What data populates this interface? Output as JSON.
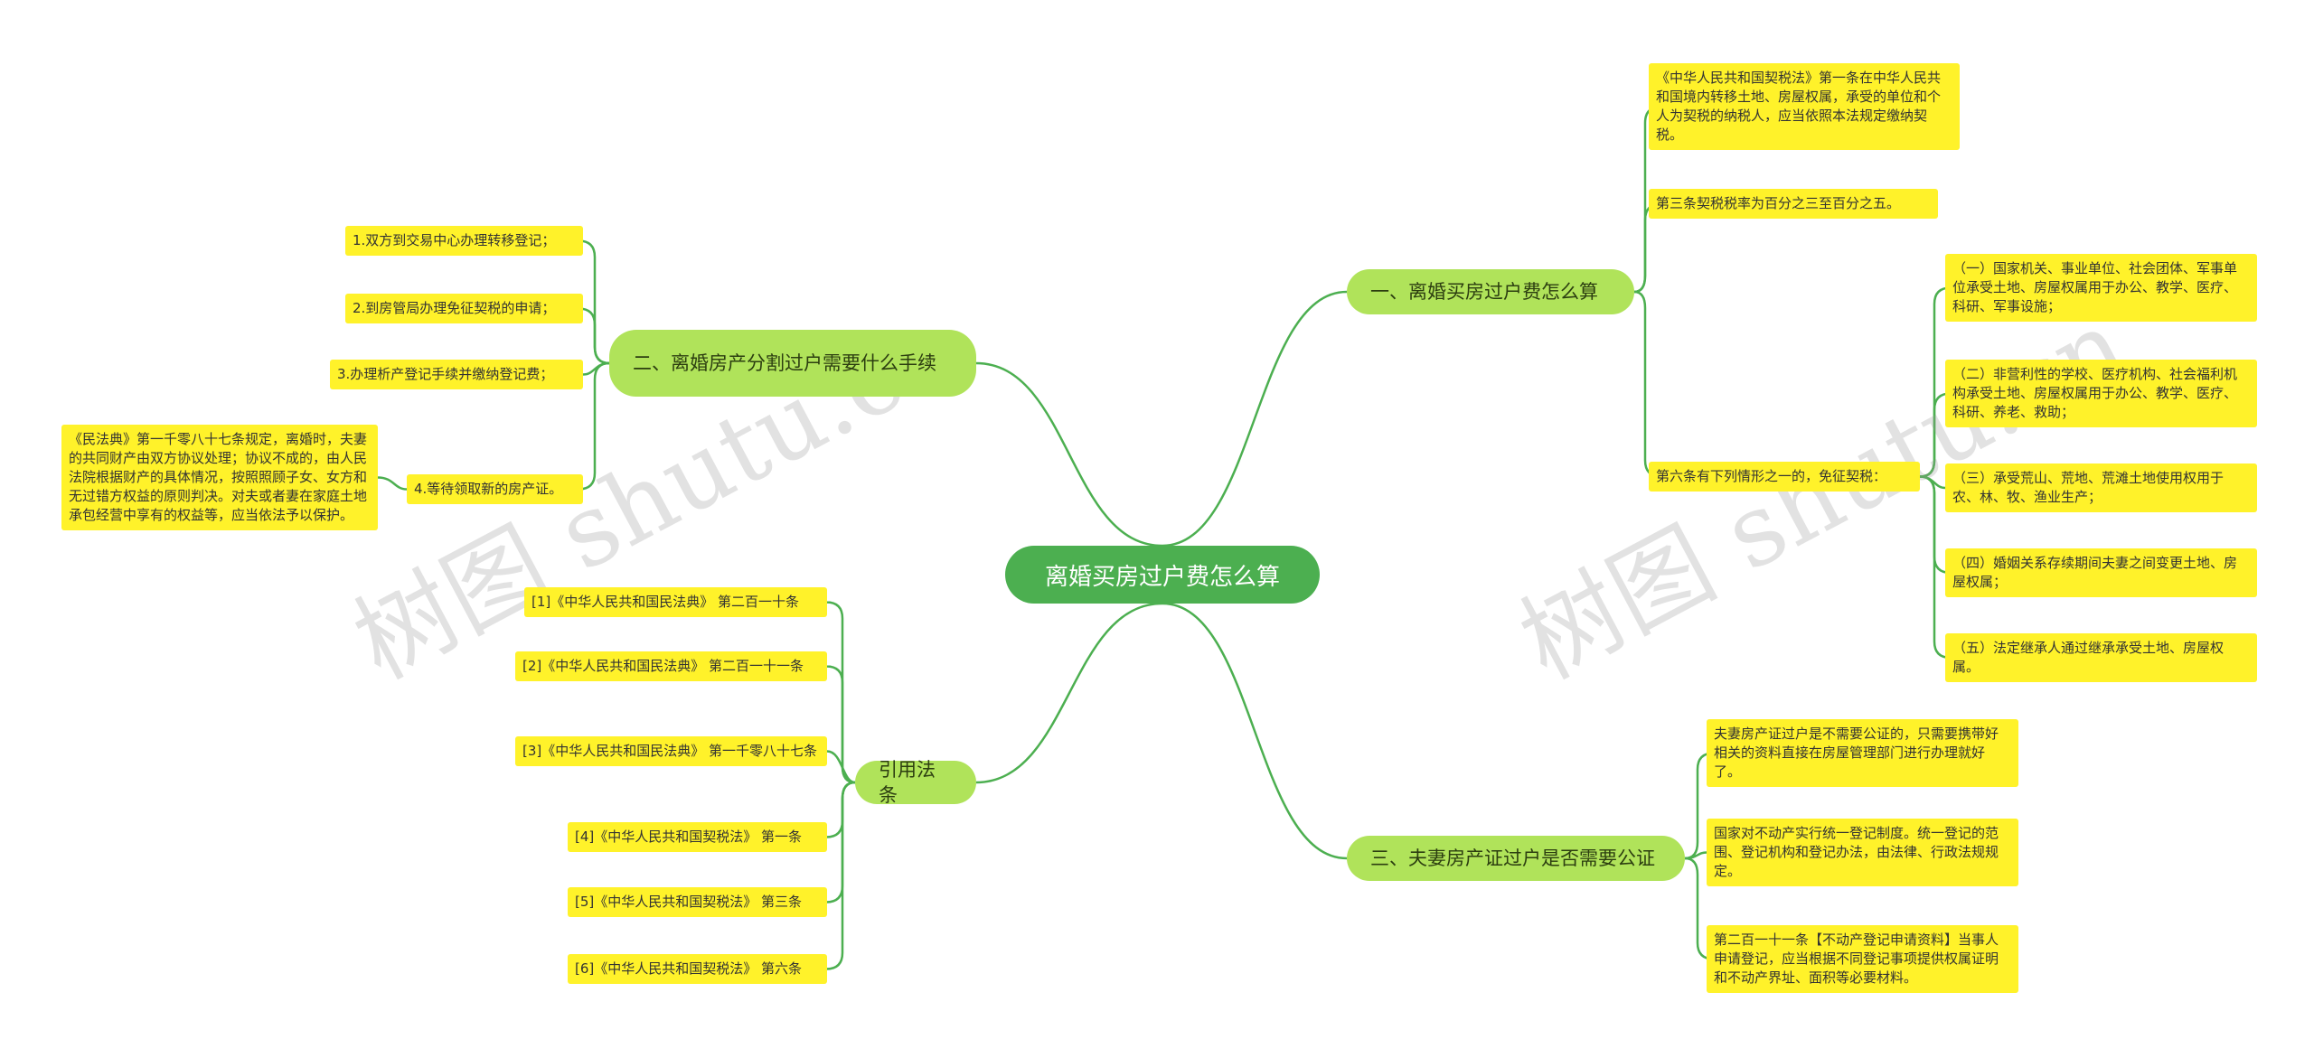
{
  "watermarks": [
    "树图 shutu.cn",
    "树图 shutu.cn"
  ],
  "colors": {
    "edge": "#4caf50",
    "center": "#4caf50",
    "branch": "#b0e35a",
    "leaf": "#fff22a"
  },
  "root": {
    "label": "离婚买房过户费怎么算"
  },
  "branch1": {
    "label": "一、离婚买房过户费怎么算",
    "leaves": [
      "《中华人民共和国契税法》第一条在中华人民共和国境内转移土地、房屋权属，承受的单位和个人为契税的纳税人，应当依照本法规定缴纳契税。",
      "第三条契税税率为百分之三至百分之五。",
      "第六条有下列情形之一的，免征契税："
    ],
    "sub": [
      "（一）国家机关、事业单位、社会团体、军事单位承受土地、房屋权属用于办公、教学、医疗、科研、军事设施；",
      "（二）非营利性的学校、医疗机构、社会福利机构承受土地、房屋权属用于办公、教学、医疗、科研、养老、救助；",
      "（三）承受荒山、荒地、荒滩土地使用权用于农、林、牧、渔业生产；",
      "（四）婚姻关系存续期间夫妻之间变更土地、房屋权属；",
      "（五）法定继承人通过继承承受土地、房屋权属。"
    ]
  },
  "branch2": {
    "label": "二、离婚房产分割过户需要什么手续",
    "leaves": [
      "1.双方到交易中心办理转移登记；",
      "2.到房管局办理免征契税的申请；",
      "3.办理析产登记手续并缴纳登记费；",
      "4.等待领取新的房产证。"
    ],
    "sub": "《民法典》第一千零八十七条规定，离婚时，夫妻的共同财产由双方协议处理；协议不成的，由人民法院根据财产的具体情况，按照照顾子女、女方和无过错方权益的原则判决。对夫或者妻在家庭土地承包经营中享有的权益等，应当依法予以保护。"
  },
  "branch3": {
    "label": "三、夫妻房产证过户是否需要公证",
    "leaves": [
      "夫妻房产证过户是不需要公证的，只需要携带好相关的资料直接在房屋管理部门进行办理就好了。",
      "国家对不动产实行统一登记制度。统一登记的范围、登记机构和登记办法，由法律、行政法规规定。",
      "第二百一十一条【不动产登记申请资料】当事人申请登记，应当根据不同登记事项提供权属证明和不动产界址、面积等必要材料。"
    ]
  },
  "branch4": {
    "label": "引用法条",
    "leaves": [
      "[1]《中华人民共和国民法典》 第二百一十条",
      "[2]《中华人民共和国民法典》 第二百一十一条",
      "[3]《中华人民共和国民法典》 第一千零八十七条",
      "[4]《中华人民共和国契税法》 第一条",
      "[5]《中华人民共和国契税法》 第三条",
      "[6]《中华人民共和国契税法》 第六条"
    ]
  }
}
